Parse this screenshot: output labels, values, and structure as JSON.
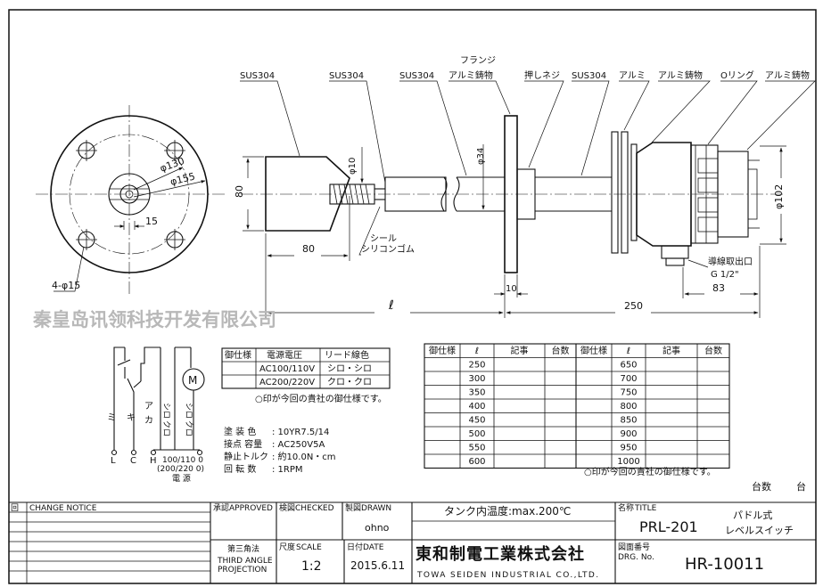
{
  "watermark": "秦皇岛讯领科技开发有限公司",
  "front_view": {
    "dim_diameter_130": "φ130",
    "dim_diameter_155": "φ155",
    "dim_15": "15",
    "dim_holes": "4-φ15"
  },
  "labels": {
    "sus304_1": "SUS304",
    "sus304_2": "SUS304",
    "sus304_3": "SUS304",
    "flange_line1": "フランジ",
    "flange_line2": "アルミ鋳物",
    "press_screw": "押しネジ",
    "sus304_4": "SUS304",
    "aluminum": "アルミ",
    "aluminum_cast_1": "アルミ鋳物",
    "o_ring": "Oリング",
    "aluminum_cast_2": "アルミ鋳物",
    "seal_line1": "シール",
    "seal_line2": "シリコンゴム",
    "conduit_line1": "導線取出口",
    "conduit_line2": "G 1/2\""
  },
  "dimensions": {
    "paddle_height": "80",
    "paddle_width": "80",
    "shaft_dia": "φ10",
    "tube_dia": "φ34",
    "flange_thick": "10",
    "head_dia": "φ102",
    "head_width": "83",
    "length_symbol": "ℓ",
    "overall_250": "250"
  },
  "wiring": {
    "label_mi": "ミ",
    "label_ki": "キ",
    "label_a": "ア",
    "label_ka": "カ",
    "label_shiro_1": "シロ",
    "label_kuro_1": "クロ",
    "label_shiro_2": "シロ",
    "label_kuro_2": "クロ",
    "terminal_l": "L",
    "terminal_c": "C",
    "terminal_h": "H",
    "motor": "M",
    "voltage_line1": "100/110 0",
    "voltage_line2": "(200/220 0)",
    "power_label": "電  源"
  },
  "spec_table": {
    "headers": [
      "御仕様",
      "電源電圧",
      "リード線色"
    ],
    "rows": [
      [
        "",
        "AC100/110V",
        "シロ・シロ"
      ],
      [
        "",
        "AC200/220V",
        "クロ・クロ"
      ]
    ],
    "note": "○印が今回の貴社の御仕様です。"
  },
  "specs": [
    {
      "label": "塗  装  色",
      "value": ": 10YR7.5/14"
    },
    {
      "label": "接点  容量",
      "value": ": AC250V5A"
    },
    {
      "label": "静止トルク",
      "value": ": 約10.0N・cm"
    },
    {
      "label": "回    転    数",
      "value": ": 1RPM"
    }
  ],
  "length_table": {
    "headers": [
      "御仕様",
      "ℓ",
      "記事",
      "台数",
      "御仕様",
      "ℓ",
      "記事",
      "台数"
    ],
    "left_lengths": [
      "250",
      "300",
      "350",
      "400",
      "450",
      "500",
      "550",
      "600"
    ],
    "right_lengths": [
      "650",
      "700",
      "750",
      "800",
      "850",
      "900",
      "950",
      "1000"
    ],
    "note": "○印が今回の貴社の御仕様です。"
  },
  "quantity": {
    "label": "台数",
    "unit": "台"
  },
  "title_block": {
    "change_code": "回",
    "change_notice": "CHANGE NOTICE",
    "approved_code": "承認",
    "approved": "APPROVED",
    "checked_code": "検図",
    "checked": "CHECKED",
    "drawn_code": "製図",
    "drawn": "DRAWN",
    "drawn_by": "ohno",
    "tank_temp": "タンク内温度:max.200℃",
    "title_code": "名称",
    "title_label": "TITLE",
    "title_model": "PRL-201",
    "title_line1": "パドル式",
    "title_line2": "レベルスイッチ",
    "projection_jp": "第三角法",
    "projection_line1": "THIRD ANGLE",
    "projection_line2": "PROJECTION",
    "scale_code": "尺度",
    "scale_label": "SCALE",
    "scale": "1:2",
    "date_code": "日付",
    "date_label": "DATE",
    "date": "2015.6.11",
    "company_jp": "東和制電工業株式会社",
    "company_en": "TOWA SEIDEN INDUSTRIAL CO.,LTD.",
    "drg_code": "図面番号",
    "drg_label": "DRG. No.",
    "drg_no": "HR-10011"
  }
}
